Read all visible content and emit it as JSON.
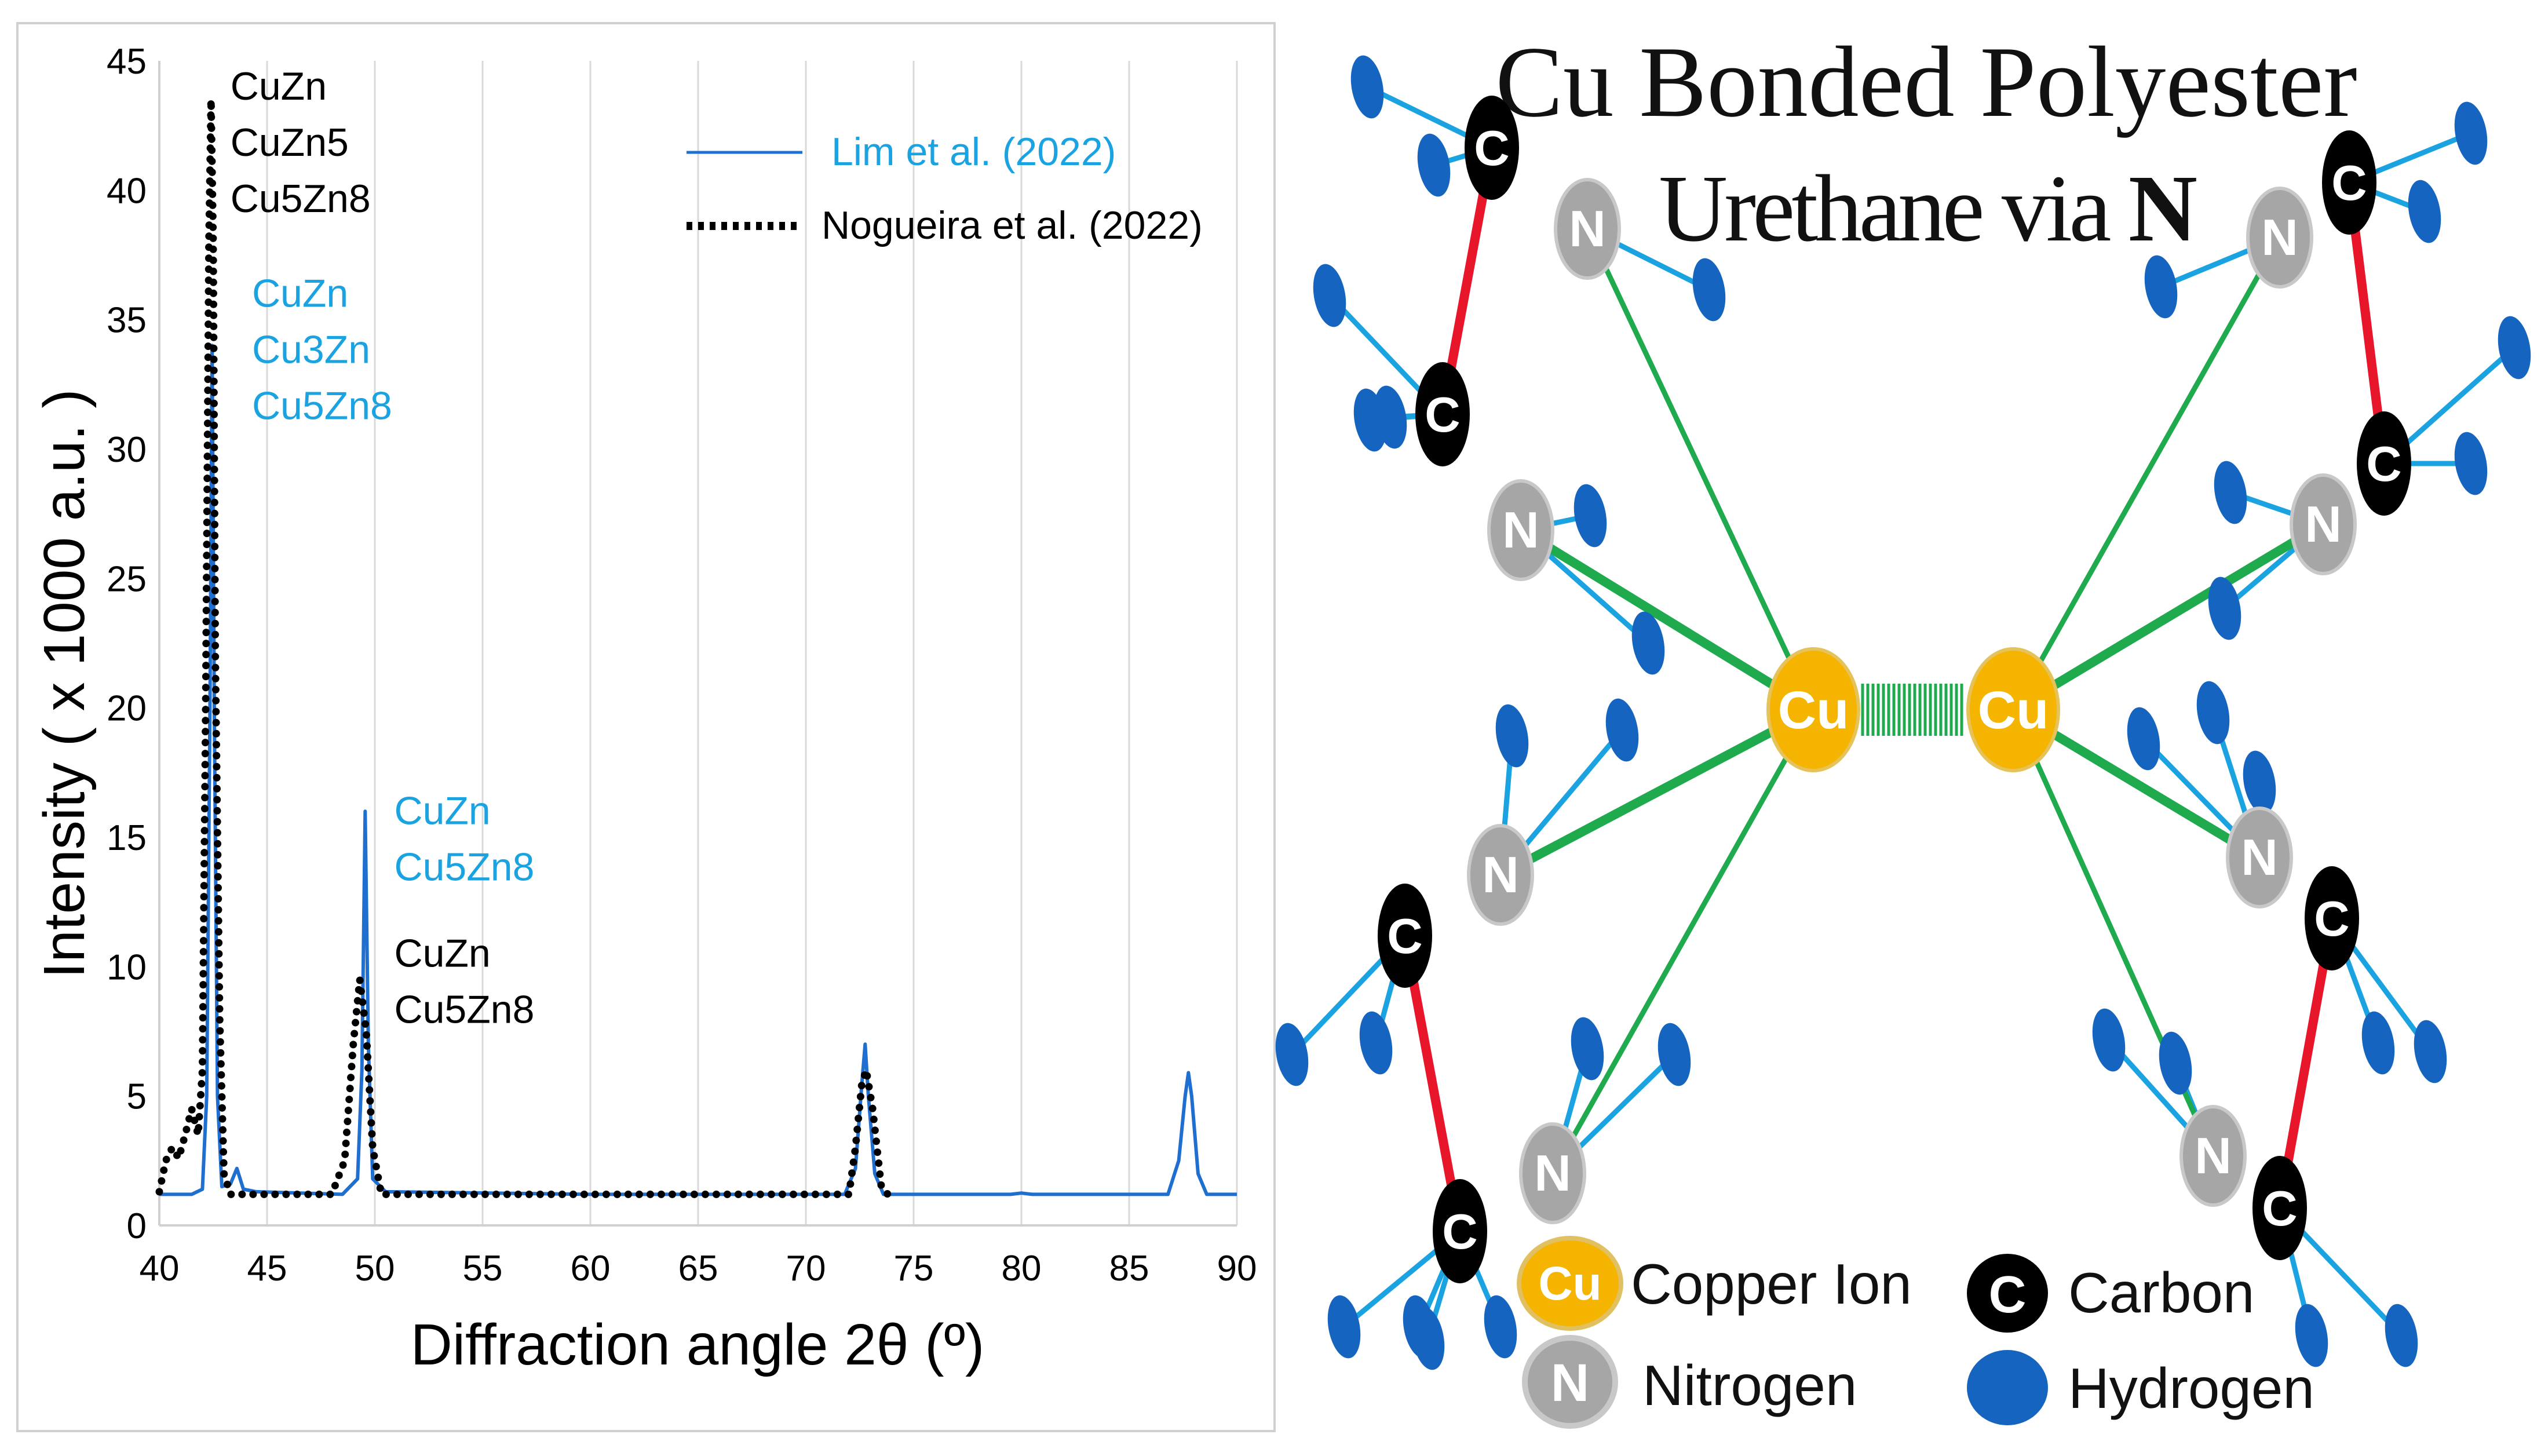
{
  "chart_data": {
    "type": "line",
    "xlabel": "Diffraction angle 2θ (º)",
    "ylabel": "Intensity ( x 1000 a.u. )",
    "xlim": [
      40,
      90
    ],
    "ylim": [
      0,
      45
    ],
    "x_ticks": [
      "40",
      "45",
      "50",
      "55",
      "60",
      "65",
      "70",
      "75",
      "80",
      "85",
      "90"
    ],
    "y_ticks": [
      "0",
      "5",
      "10",
      "15",
      "20",
      "25",
      "30",
      "35",
      "40",
      "45"
    ],
    "grid": "vertical",
    "legend_position": "top-right",
    "series": [
      {
        "name": "Lim et al. (2022)",
        "color": "#1f6fd1",
        "style": "solid",
        "points": [
          [
            40,
            1.2
          ],
          [
            41.5,
            1.2
          ],
          [
            42.0,
            1.4
          ],
          [
            42.2,
            5.0
          ],
          [
            42.35,
            20.0
          ],
          [
            42.45,
            34.0
          ],
          [
            42.55,
            20.0
          ],
          [
            42.7,
            5.0
          ],
          [
            42.9,
            1.5
          ],
          [
            43.3,
            1.6
          ],
          [
            43.6,
            2.2
          ],
          [
            43.9,
            1.4
          ],
          [
            44.5,
            1.3
          ],
          [
            48.5,
            1.2
          ],
          [
            49.2,
            1.8
          ],
          [
            49.4,
            6.0
          ],
          [
            49.55,
            16.0
          ],
          [
            49.7,
            7.0
          ],
          [
            49.9,
            1.8
          ],
          [
            50.5,
            1.3
          ],
          [
            60,
            1.2
          ],
          [
            70,
            1.2
          ],
          [
            71.8,
            1.2
          ],
          [
            72.3,
            2.2
          ],
          [
            72.6,
            5.5
          ],
          [
            72.75,
            7.0
          ],
          [
            72.9,
            5.0
          ],
          [
            73.2,
            2.0
          ],
          [
            73.6,
            1.2
          ],
          [
            79.5,
            1.2
          ],
          [
            80,
            1.25
          ],
          [
            80.5,
            1.2
          ],
          [
            86.8,
            1.2
          ],
          [
            87.3,
            2.5
          ],
          [
            87.6,
            5.0
          ],
          [
            87.75,
            5.9
          ],
          [
            87.9,
            5.0
          ],
          [
            88.2,
            2.0
          ],
          [
            88.6,
            1.2
          ],
          [
            90,
            1.2
          ]
        ]
      },
      {
        "name": "Nogueira et al. (2022)",
        "color": "#000000",
        "style": "dotted",
        "points": [
          [
            40,
            1.3
          ],
          [
            40.3,
            2.5
          ],
          [
            40.6,
            3.0
          ],
          [
            40.9,
            2.6
          ],
          [
            41.2,
            3.5
          ],
          [
            41.5,
            4.5
          ],
          [
            41.8,
            3.5
          ],
          [
            42.0,
            6.0
          ],
          [
            42.15,
            20.0
          ],
          [
            42.3,
            38.0
          ],
          [
            42.4,
            43.5
          ],
          [
            42.5,
            38.0
          ],
          [
            42.6,
            22.0
          ],
          [
            42.8,
            8.0
          ],
          [
            43.0,
            2.0
          ],
          [
            43.3,
            1.2
          ],
          [
            48.0,
            1.2
          ],
          [
            48.6,
            2.5
          ],
          [
            49.0,
            7.0
          ],
          [
            49.3,
            9.5
          ],
          [
            49.6,
            7.5
          ],
          [
            49.9,
            3.0
          ],
          [
            50.3,
            1.2
          ],
          [
            60,
            1.2
          ],
          [
            72.0,
            1.2
          ],
          [
            72.3,
            3.0
          ],
          [
            72.6,
            5.5
          ],
          [
            72.8,
            6.0
          ],
          [
            73.1,
            4.5
          ],
          [
            73.5,
            1.5
          ],
          [
            73.8,
            1.2
          ]
        ]
      }
    ],
    "annotations": [
      {
        "lines": [
          "CuZn",
          "CuZn5",
          "Cu5Zn8"
        ],
        "color": "#000000",
        "x": 43.3,
        "y": 43.5
      },
      {
        "lines": [
          "CuZn",
          "Cu3Zn",
          "Cu5Zn8"
        ],
        "color": "#1aa3e0",
        "x": 44.3,
        "y": 35.5
      },
      {
        "lines": [
          "CuZn",
          "Cu5Zn8"
        ],
        "color": "#1aa3e0",
        "x": 50.9,
        "y": 15.5
      },
      {
        "lines": [
          "CuZn",
          "Cu5Zn8"
        ],
        "color": "#000000",
        "x": 50.9,
        "y": 10.0
      }
    ]
  },
  "diagram": {
    "title_line1": "Cu Bonded Polyester",
    "title_line2_prefix": "Urethane via ",
    "title_line2_bold": "N",
    "copper_label": "Cu",
    "nitrogen_label": "N",
    "carbon_label": "C",
    "colors": {
      "copper": "#f4b400",
      "nitrogen": "#a6a6a6",
      "carbon": "#000000",
      "hydrogen": "#1565c0",
      "h_bond": "#1aa3e0",
      "cn_bond": "#e8162a",
      "cu_n_bond": "#1faa4d"
    },
    "legend": {
      "copper": "Copper Ion",
      "carbon": "Carbon",
      "nitrogen": "Nitrogen",
      "hydrogen": "Hydrogen"
    }
  }
}
